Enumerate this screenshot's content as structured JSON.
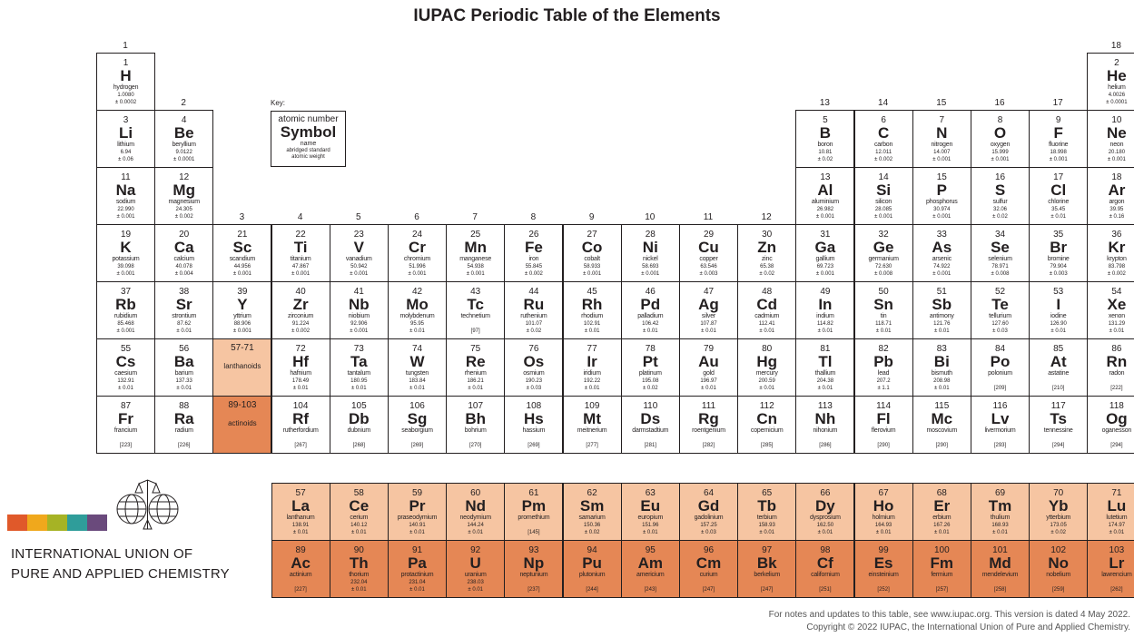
{
  "header": {
    "title": "IUPAC Periodic Table of the Elements"
  },
  "key": {
    "label": "Key:",
    "atomic_number": "atomic number",
    "symbol": "Symbol",
    "name": "name",
    "weight_line1": "abridged standard",
    "weight_line2": "atomic weight"
  },
  "groups": [
    "1",
    "2",
    "3",
    "4",
    "5",
    "6",
    "7",
    "8",
    "9",
    "10",
    "11",
    "12",
    "13",
    "14",
    "15",
    "16",
    "17",
    "18"
  ],
  "placeholders": {
    "lanthanoids": {
      "range": "57-71",
      "label": "lanthanoids"
    },
    "actinoids": {
      "range": "89-103",
      "label": "actinoids"
    }
  },
  "elements": [
    {
      "n": "1",
      "s": "H",
      "name": "hydrogen",
      "w1": "1.0080",
      "w2": "± 0.0002",
      "g": 1,
      "p": 1
    },
    {
      "n": "2",
      "s": "He",
      "name": "helium",
      "w1": "4.0026",
      "w2": "± 0.0001",
      "g": 18,
      "p": 1
    },
    {
      "n": "3",
      "s": "Li",
      "name": "lithium",
      "w1": "6.94",
      "w2": "± 0.06",
      "g": 1,
      "p": 2
    },
    {
      "n": "4",
      "s": "Be",
      "name": "beryllium",
      "w1": "9.0122",
      "w2": "± 0.0001",
      "g": 2,
      "p": 2
    },
    {
      "n": "5",
      "s": "B",
      "name": "boron",
      "w1": "10.81",
      "w2": "± 0.02",
      "g": 13,
      "p": 2
    },
    {
      "n": "6",
      "s": "C",
      "name": "carbon",
      "w1": "12.011",
      "w2": "± 0.002",
      "g": 14,
      "p": 2
    },
    {
      "n": "7",
      "s": "N",
      "name": "nitrogen",
      "w1": "14.007",
      "w2": "± 0.001",
      "g": 15,
      "p": 2
    },
    {
      "n": "8",
      "s": "O",
      "name": "oxygen",
      "w1": "15.999",
      "w2": "± 0.001",
      "g": 16,
      "p": 2
    },
    {
      "n": "9",
      "s": "F",
      "name": "fluorine",
      "w1": "18.998",
      "w2": "± 0.001",
      "g": 17,
      "p": 2
    },
    {
      "n": "10",
      "s": "Ne",
      "name": "neon",
      "w1": "20.180",
      "w2": "± 0.001",
      "g": 18,
      "p": 2
    },
    {
      "n": "11",
      "s": "Na",
      "name": "sodium",
      "w1": "22.990",
      "w2": "± 0.001",
      "g": 1,
      "p": 3
    },
    {
      "n": "12",
      "s": "Mg",
      "name": "magnesium",
      "w1": "24.305",
      "w2": "± 0.002",
      "g": 2,
      "p": 3
    },
    {
      "n": "13",
      "s": "Al",
      "name": "aluminium",
      "w1": "26.982",
      "w2": "± 0.001",
      "g": 13,
      "p": 3
    },
    {
      "n": "14",
      "s": "Si",
      "name": "silicon",
      "w1": "28.085",
      "w2": "± 0.001",
      "g": 14,
      "p": 3
    },
    {
      "n": "15",
      "s": "P",
      "name": "phosphorus",
      "w1": "30.974",
      "w2": "± 0.001",
      "g": 15,
      "p": 3
    },
    {
      "n": "16",
      "s": "S",
      "name": "sulfur",
      "w1": "32.06",
      "w2": "± 0.02",
      "g": 16,
      "p": 3
    },
    {
      "n": "17",
      "s": "Cl",
      "name": "chlorine",
      "w1": "35.45",
      "w2": "± 0.01",
      "g": 17,
      "p": 3
    },
    {
      "n": "18",
      "s": "Ar",
      "name": "argon",
      "w1": "39.95",
      "w2": "± 0.16",
      "g": 18,
      "p": 3
    },
    {
      "n": "19",
      "s": "K",
      "name": "potassium",
      "w1": "39.098",
      "w2": "± 0.001",
      "g": 1,
      "p": 4
    },
    {
      "n": "20",
      "s": "Ca",
      "name": "calcium",
      "w1": "40.078",
      "w2": "± 0.004",
      "g": 2,
      "p": 4
    },
    {
      "n": "21",
      "s": "Sc",
      "name": "scandium",
      "w1": "44.956",
      "w2": "± 0.001",
      "g": 3,
      "p": 4
    },
    {
      "n": "22",
      "s": "Ti",
      "name": "titanium",
      "w1": "47.867",
      "w2": "± 0.001",
      "g": 4,
      "p": 4
    },
    {
      "n": "23",
      "s": "V",
      "name": "vanadium",
      "w1": "50.942",
      "w2": "± 0.001",
      "g": 5,
      "p": 4
    },
    {
      "n": "24",
      "s": "Cr",
      "name": "chromium",
      "w1": "51.996",
      "w2": "± 0.001",
      "g": 6,
      "p": 4
    },
    {
      "n": "25",
      "s": "Mn",
      "name": "manganese",
      "w1": "54.938",
      "w2": "± 0.001",
      "g": 7,
      "p": 4
    },
    {
      "n": "26",
      "s": "Fe",
      "name": "iron",
      "w1": "55.845",
      "w2": "± 0.002",
      "g": 8,
      "p": 4
    },
    {
      "n": "27",
      "s": "Co",
      "name": "cobalt",
      "w1": "58.933",
      "w2": "± 0.001",
      "g": 9,
      "p": 4
    },
    {
      "n": "28",
      "s": "Ni",
      "name": "nickel",
      "w1": "58.693",
      "w2": "± 0.001",
      "g": 10,
      "p": 4
    },
    {
      "n": "29",
      "s": "Cu",
      "name": "copper",
      "w1": "63.546",
      "w2": "± 0.003",
      "g": 11,
      "p": 4
    },
    {
      "n": "30",
      "s": "Zn",
      "name": "zinc",
      "w1": "65.38",
      "w2": "± 0.02",
      "g": 12,
      "p": 4
    },
    {
      "n": "31",
      "s": "Ga",
      "name": "gallium",
      "w1": "69.723",
      "w2": "± 0.001",
      "g": 13,
      "p": 4
    },
    {
      "n": "32",
      "s": "Ge",
      "name": "germanium",
      "w1": "72.630",
      "w2": "± 0.008",
      "g": 14,
      "p": 4
    },
    {
      "n": "33",
      "s": "As",
      "name": "arsenic",
      "w1": "74.922",
      "w2": "± 0.001",
      "g": 15,
      "p": 4
    },
    {
      "n": "34",
      "s": "Se",
      "name": "selenium",
      "w1": "78.971",
      "w2": "± 0.008",
      "g": 16,
      "p": 4
    },
    {
      "n": "35",
      "s": "Br",
      "name": "bromine",
      "w1": "79.904",
      "w2": "± 0.003",
      "g": 17,
      "p": 4
    },
    {
      "n": "36",
      "s": "Kr",
      "name": "krypton",
      "w1": "83.798",
      "w2": "± 0.002",
      "g": 18,
      "p": 4
    },
    {
      "n": "37",
      "s": "Rb",
      "name": "rubidium",
      "w1": "85.468",
      "w2": "± 0.001",
      "g": 1,
      "p": 5
    },
    {
      "n": "38",
      "s": "Sr",
      "name": "strontium",
      "w1": "87.62",
      "w2": "± 0.01",
      "g": 2,
      "p": 5
    },
    {
      "n": "39",
      "s": "Y",
      "name": "yttrium",
      "w1": "88.906",
      "w2": "± 0.001",
      "g": 3,
      "p": 5
    },
    {
      "n": "40",
      "s": "Zr",
      "name": "zirconium",
      "w1": "91.224",
      "w2": "± 0.002",
      "g": 4,
      "p": 5
    },
    {
      "n": "41",
      "s": "Nb",
      "name": "niobium",
      "w1": "92.906",
      "w2": "± 0.001",
      "g": 5,
      "p": 5
    },
    {
      "n": "42",
      "s": "Mo",
      "name": "molybdenum",
      "w1": "95.95",
      "w2": "± 0.01",
      "g": 6,
      "p": 5
    },
    {
      "n": "43",
      "s": "Tc",
      "name": "technetium",
      "w1": "",
      "w2": "[97]",
      "g": 7,
      "p": 5
    },
    {
      "n": "44",
      "s": "Ru",
      "name": "ruthenium",
      "w1": "101.07",
      "w2": "± 0.02",
      "g": 8,
      "p": 5
    },
    {
      "n": "45",
      "s": "Rh",
      "name": "rhodium",
      "w1": "102.91",
      "w2": "± 0.01",
      "g": 9,
      "p": 5
    },
    {
      "n": "46",
      "s": "Pd",
      "name": "palladium",
      "w1": "106.42",
      "w2": "± 0.01",
      "g": 10,
      "p": 5
    },
    {
      "n": "47",
      "s": "Ag",
      "name": "silver",
      "w1": "107.87",
      "w2": "± 0.01",
      "g": 11,
      "p": 5
    },
    {
      "n": "48",
      "s": "Cd",
      "name": "cadmium",
      "w1": "112.41",
      "w2": "± 0.01",
      "g": 12,
      "p": 5
    },
    {
      "n": "49",
      "s": "In",
      "name": "indium",
      "w1": "114.82",
      "w2": "± 0.01",
      "g": 13,
      "p": 5
    },
    {
      "n": "50",
      "s": "Sn",
      "name": "tin",
      "w1": "118.71",
      "w2": "± 0.01",
      "g": 14,
      "p": 5
    },
    {
      "n": "51",
      "s": "Sb",
      "name": "antimony",
      "w1": "121.76",
      "w2": "± 0.01",
      "g": 15,
      "p": 5
    },
    {
      "n": "52",
      "s": "Te",
      "name": "tellurium",
      "w1": "127.60",
      "w2": "± 0.03",
      "g": 16,
      "p": 5
    },
    {
      "n": "53",
      "s": "I",
      "name": "iodine",
      "w1": "126.90",
      "w2": "± 0.01",
      "g": 17,
      "p": 5
    },
    {
      "n": "54",
      "s": "Xe",
      "name": "xenon",
      "w1": "131.29",
      "w2": "± 0.01",
      "g": 18,
      "p": 5
    },
    {
      "n": "55",
      "s": "Cs",
      "name": "caesium",
      "w1": "132.91",
      "w2": "± 0.01",
      "g": 1,
      "p": 6
    },
    {
      "n": "56",
      "s": "Ba",
      "name": "barium",
      "w1": "137.33",
      "w2": "± 0.01",
      "g": 2,
      "p": 6
    },
    {
      "n": "72",
      "s": "Hf",
      "name": "hafnium",
      "w1": "178.49",
      "w2": "± 0.01",
      "g": 4,
      "p": 6
    },
    {
      "n": "73",
      "s": "Ta",
      "name": "tantalum",
      "w1": "180.95",
      "w2": "± 0.01",
      "g": 5,
      "p": 6
    },
    {
      "n": "74",
      "s": "W",
      "name": "tungsten",
      "w1": "183.84",
      "w2": "± 0.01",
      "g": 6,
      "p": 6
    },
    {
      "n": "75",
      "s": "Re",
      "name": "rhenium",
      "w1": "186.21",
      "w2": "± 0.01",
      "g": 7,
      "p": 6
    },
    {
      "n": "76",
      "s": "Os",
      "name": "osmium",
      "w1": "190.23",
      "w2": "± 0.03",
      "g": 8,
      "p": 6
    },
    {
      "n": "77",
      "s": "Ir",
      "name": "iridium",
      "w1": "192.22",
      "w2": "± 0.01",
      "g": 9,
      "p": 6
    },
    {
      "n": "78",
      "s": "Pt",
      "name": "platinum",
      "w1": "195.08",
      "w2": "± 0.02",
      "g": 10,
      "p": 6
    },
    {
      "n": "79",
      "s": "Au",
      "name": "gold",
      "w1": "196.97",
      "w2": "± 0.01",
      "g": 11,
      "p": 6
    },
    {
      "n": "80",
      "s": "Hg",
      "name": "mercury",
      "w1": "200.59",
      "w2": "± 0.01",
      "g": 12,
      "p": 6
    },
    {
      "n": "81",
      "s": "Tl",
      "name": "thallium",
      "w1": "204.38",
      "w2": "± 0.01",
      "g": 13,
      "p": 6
    },
    {
      "n": "82",
      "s": "Pb",
      "name": "lead",
      "w1": "207.2",
      "w2": "± 1.1",
      "g": 14,
      "p": 6
    },
    {
      "n": "83",
      "s": "Bi",
      "name": "bismuth",
      "w1": "208.98",
      "w2": "± 0.01",
      "g": 15,
      "p": 6
    },
    {
      "n": "84",
      "s": "Po",
      "name": "polonium",
      "w1": "",
      "w2": "[209]",
      "g": 16,
      "p": 6
    },
    {
      "n": "85",
      "s": "At",
      "name": "astatine",
      "w1": "",
      "w2": "[210]",
      "g": 17,
      "p": 6
    },
    {
      "n": "86",
      "s": "Rn",
      "name": "radon",
      "w1": "",
      "w2": "[222]",
      "g": 18,
      "p": 6
    },
    {
      "n": "87",
      "s": "Fr",
      "name": "francium",
      "w1": "",
      "w2": "[223]",
      "g": 1,
      "p": 7
    },
    {
      "n": "88",
      "s": "Ra",
      "name": "radium",
      "w1": "",
      "w2": "[226]",
      "g": 2,
      "p": 7
    },
    {
      "n": "104",
      "s": "Rf",
      "name": "rutherfordium",
      "w1": "",
      "w2": "[267]",
      "g": 4,
      "p": 7
    },
    {
      "n": "105",
      "s": "Db",
      "name": "dubnium",
      "w1": "",
      "w2": "[268]",
      "g": 5,
      "p": 7
    },
    {
      "n": "106",
      "s": "Sg",
      "name": "seaborgium",
      "w1": "",
      "w2": "[269]",
      "g": 6,
      "p": 7
    },
    {
      "n": "107",
      "s": "Bh",
      "name": "bohrium",
      "w1": "",
      "w2": "[270]",
      "g": 7,
      "p": 7
    },
    {
      "n": "108",
      "s": "Hs",
      "name": "hassium",
      "w1": "",
      "w2": "[269]",
      "g": 8,
      "p": 7
    },
    {
      "n": "109",
      "s": "Mt",
      "name": "meitnerium",
      "w1": "",
      "w2": "[277]",
      "g": 9,
      "p": 7
    },
    {
      "n": "110",
      "s": "Ds",
      "name": "darmstadtium",
      "w1": "",
      "w2": "[281]",
      "g": 10,
      "p": 7
    },
    {
      "n": "111",
      "s": "Rg",
      "name": "roentgenium",
      "w1": "",
      "w2": "[282]",
      "g": 11,
      "p": 7
    },
    {
      "n": "112",
      "s": "Cn",
      "name": "copernicium",
      "w1": "",
      "w2": "[285]",
      "g": 12,
      "p": 7
    },
    {
      "n": "113",
      "s": "Nh",
      "name": "nihonium",
      "w1": "",
      "w2": "[286]",
      "g": 13,
      "p": 7
    },
    {
      "n": "114",
      "s": "Fl",
      "name": "flerovium",
      "w1": "",
      "w2": "[290]",
      "g": 14,
      "p": 7
    },
    {
      "n": "115",
      "s": "Mc",
      "name": "moscovium",
      "w1": "",
      "w2": "[290]",
      "g": 15,
      "p": 7
    },
    {
      "n": "116",
      "s": "Lv",
      "name": "livermorium",
      "w1": "",
      "w2": "[293]",
      "g": 16,
      "p": 7
    },
    {
      "n": "117",
      "s": "Ts",
      "name": "tennessine",
      "w1": "",
      "w2": "[294]",
      "g": 17,
      "p": 7
    },
    {
      "n": "118",
      "s": "Og",
      "name": "oganesson",
      "w1": "",
      "w2": "[294]",
      "g": 18,
      "p": 7
    }
  ],
  "lanthanoids": [
    {
      "n": "57",
      "s": "La",
      "name": "lanthanum",
      "w1": "138.91",
      "w2": "± 0.01"
    },
    {
      "n": "58",
      "s": "Ce",
      "name": "cerium",
      "w1": "140.12",
      "w2": "± 0.01"
    },
    {
      "n": "59",
      "s": "Pr",
      "name": "praseodymium",
      "w1": "140.91",
      "w2": "± 0.01"
    },
    {
      "n": "60",
      "s": "Nd",
      "name": "neodymium",
      "w1": "144.24",
      "w2": "± 0.01"
    },
    {
      "n": "61",
      "s": "Pm",
      "name": "promethium",
      "w1": "",
      "w2": "[145]"
    },
    {
      "n": "62",
      "s": "Sm",
      "name": "samarium",
      "w1": "150.36",
      "w2": "± 0.02"
    },
    {
      "n": "63",
      "s": "Eu",
      "name": "europium",
      "w1": "151.96",
      "w2": "± 0.01"
    },
    {
      "n": "64",
      "s": "Gd",
      "name": "gadolinium",
      "w1": "157.25",
      "w2": "± 0.03"
    },
    {
      "n": "65",
      "s": "Tb",
      "name": "terbium",
      "w1": "158.93",
      "w2": "± 0.01"
    },
    {
      "n": "66",
      "s": "Dy",
      "name": "dysprosium",
      "w1": "162.50",
      "w2": "± 0.01"
    },
    {
      "n": "67",
      "s": "Ho",
      "name": "holmium",
      "w1": "164.93",
      "w2": "± 0.01"
    },
    {
      "n": "68",
      "s": "Er",
      "name": "erbium",
      "w1": "167.26",
      "w2": "± 0.01"
    },
    {
      "n": "69",
      "s": "Tm",
      "name": "thulium",
      "w1": "168.93",
      "w2": "± 0.01"
    },
    {
      "n": "70",
      "s": "Yb",
      "name": "ytterbium",
      "w1": "173.05",
      "w2": "± 0.02"
    },
    {
      "n": "71",
      "s": "Lu",
      "name": "lutetium",
      "w1": "174.97",
      "w2": "± 0.01"
    }
  ],
  "actinoids": [
    {
      "n": "89",
      "s": "Ac",
      "name": "actinium",
      "w1": "",
      "w2": "[227]"
    },
    {
      "n": "90",
      "s": "Th",
      "name": "thorium",
      "w1": "232.04",
      "w2": "± 0.01"
    },
    {
      "n": "91",
      "s": "Pa",
      "name": "protactinium",
      "w1": "231.04",
      "w2": "± 0.01"
    },
    {
      "n": "92",
      "s": "U",
      "name": "uranium",
      "w1": "238.03",
      "w2": "± 0.01"
    },
    {
      "n": "93",
      "s": "Np",
      "name": "neptunium",
      "w1": "",
      "w2": "[237]"
    },
    {
      "n": "94",
      "s": "Pu",
      "name": "plutonium",
      "w1": "",
      "w2": "[244]"
    },
    {
      "n": "95",
      "s": "Am",
      "name": "americium",
      "w1": "",
      "w2": "[243]"
    },
    {
      "n": "96",
      "s": "Cm",
      "name": "curium",
      "w1": "",
      "w2": "[247]"
    },
    {
      "n": "97",
      "s": "Bk",
      "name": "berkelium",
      "w1": "",
      "w2": "[247]"
    },
    {
      "n": "98",
      "s": "Cf",
      "name": "californium",
      "w1": "",
      "w2": "[251]"
    },
    {
      "n": "99",
      "s": "Es",
      "name": "einsteinium",
      "w1": "",
      "w2": "[252]"
    },
    {
      "n": "100",
      "s": "Fm",
      "name": "fermium",
      "w1": "",
      "w2": "[257]"
    },
    {
      "n": "101",
      "s": "Md",
      "name": "mendelevium",
      "w1": "",
      "w2": "[258]"
    },
    {
      "n": "102",
      "s": "No",
      "name": "nobelium",
      "w1": "",
      "w2": "[259]"
    },
    {
      "n": "103",
      "s": "Lr",
      "name": "lawrencium",
      "w1": "",
      "w2": "[262]"
    }
  ],
  "colors": {
    "lanthanoid_fill": "#f6c5a2",
    "actinoid_fill": "#e58755",
    "logo_bars": [
      "#e0592a",
      "#f0a81c",
      "#a6b325",
      "#2f9d9a",
      "#6a4a7c"
    ]
  },
  "org": {
    "line1": "INTERNATIONAL UNION OF",
    "line2": "PURE AND APPLIED CHEMISTRY"
  },
  "footer": {
    "line1": "For notes and updates to this table, see www.iupac.org. This version is dated 4 May 2022.",
    "line2": "Copyright © 2022 IUPAC, the International Union of Pure and Applied Chemistry."
  }
}
